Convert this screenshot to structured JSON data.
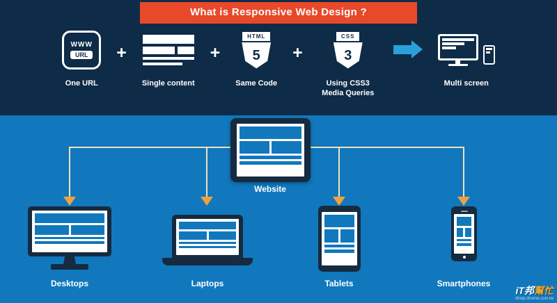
{
  "title": "What is Responsive Web Design ?",
  "top": {
    "plus": "+",
    "items": [
      {
        "label": "One URL",
        "icon": "www-url-icon",
        "icon_text_top": "WWW",
        "icon_text_bottom": "URL"
      },
      {
        "label": "Single content",
        "icon": "single-content-layout-icon"
      },
      {
        "label": "Same Code",
        "icon": "html5-shield-icon",
        "badge_text": "HTML",
        "badge_number": "5"
      },
      {
        "label": "Using CSS3 Media Queries",
        "icon": "css3-shield-icon",
        "badge_text": "CSS",
        "badge_number": "3"
      },
      {
        "label": "Multi screen",
        "icon": "multi-screen-icon"
      }
    ],
    "flow_arrow_icon": "right-arrow-icon"
  },
  "diagram": {
    "website_label": "Website",
    "devices": [
      {
        "label": "Desktops",
        "icon": "desktop-monitor-icon"
      },
      {
        "label": "Laptops",
        "icon": "laptop-icon"
      },
      {
        "label": "Tablets",
        "icon": "tablet-icon"
      },
      {
        "label": "Smartphones",
        "icon": "smartphone-icon"
      }
    ]
  },
  "watermark": {
    "logo_prefix": "iT邦",
    "logo_suffix": "幫忙",
    "credit": "ithelp.ithome.com.tw"
  },
  "colors": {
    "banner_red": "#e8492b",
    "dark_navy": "#0e2b47",
    "main_blue": "#1178bd",
    "device_navy": "#162a40",
    "connector_cream": "#efe3c2",
    "arrow_orange": "#f0a23e",
    "flow_arrow_blue": "#2aa0da"
  }
}
